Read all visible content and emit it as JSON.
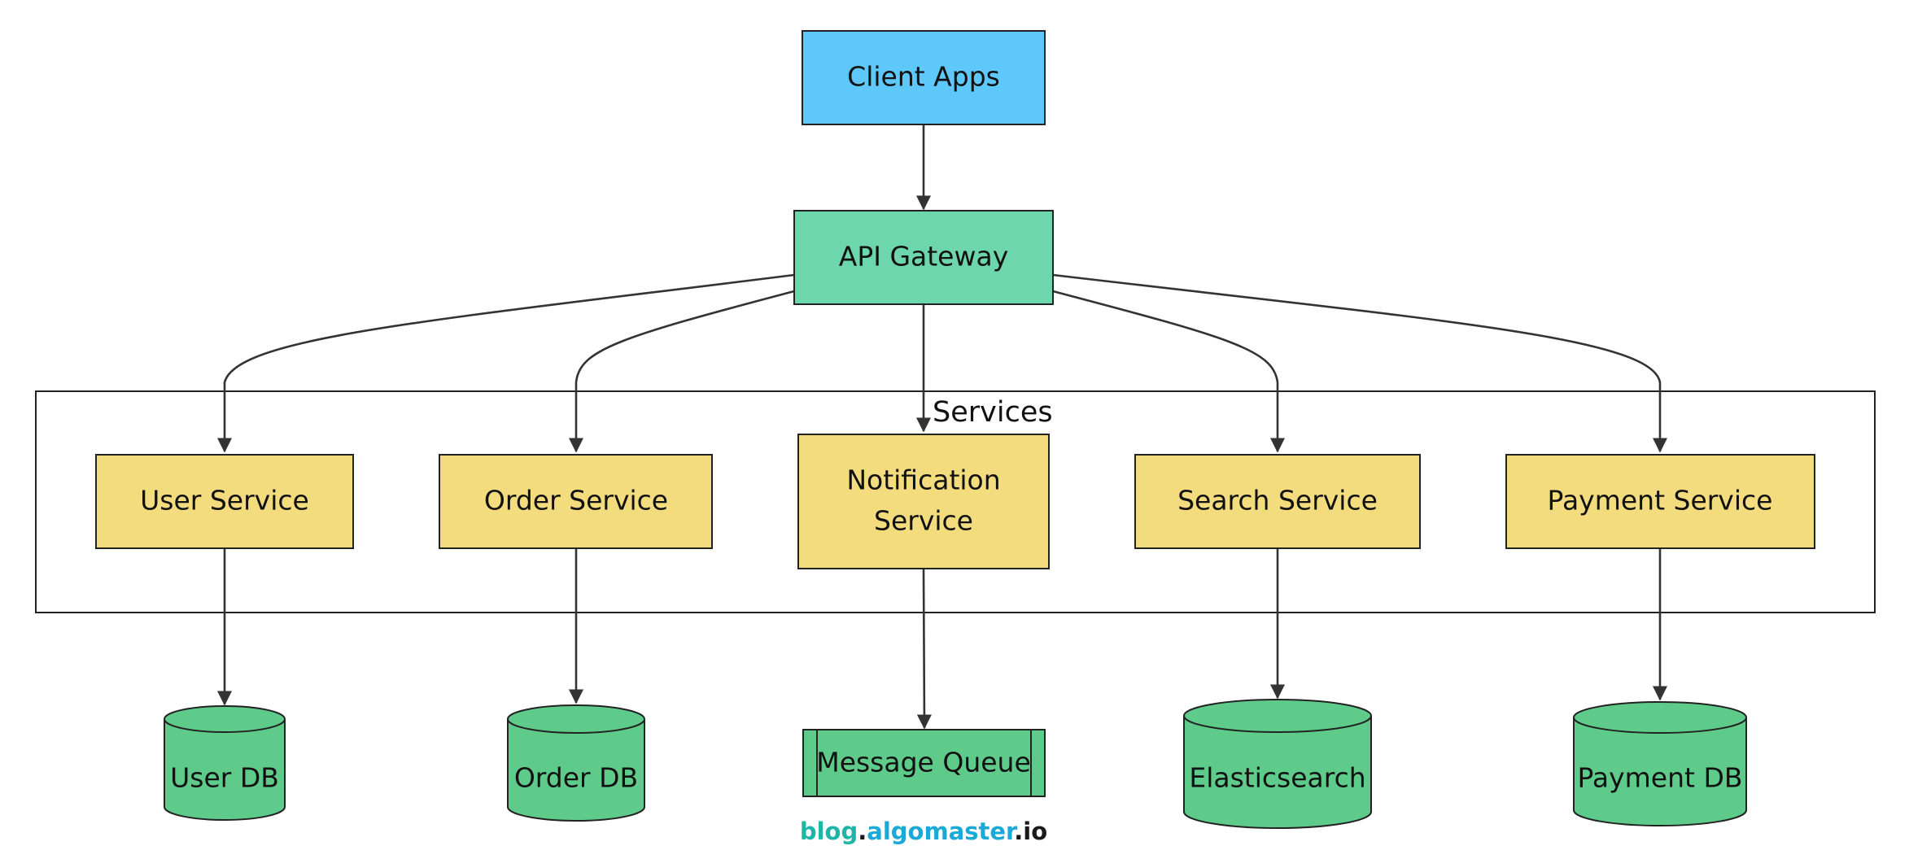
{
  "diagram": {
    "group_label": "Services",
    "nodes": {
      "client": "Client Apps",
      "gateway": "API Gateway",
      "user_service": "User Service",
      "order_service": "Order Service",
      "notification_service_line1": "Notification",
      "notification_service_line2": "Service",
      "search_service": "Search Service",
      "payment_service": "Payment Service",
      "user_db": "User DB",
      "order_db": "Order DB",
      "message_queue": "Message Queue",
      "elasticsearch": "Elasticsearch",
      "payment_db": "Payment DB"
    },
    "colors": {
      "client": "#5EC8FA",
      "gateway": "#6ED6AC",
      "service": "#F2DC7E",
      "datastore": "#5FCB8B",
      "edge": "#333333"
    }
  },
  "watermark": {
    "part1": "blog",
    "dot1": ".",
    "part2": "algomaster",
    "dot2": ".",
    "part3": "io",
    "colors": {
      "blog": "#1DB5A6",
      "algomaster": "#1BA9D8",
      "io": "#1A1A1A"
    }
  }
}
